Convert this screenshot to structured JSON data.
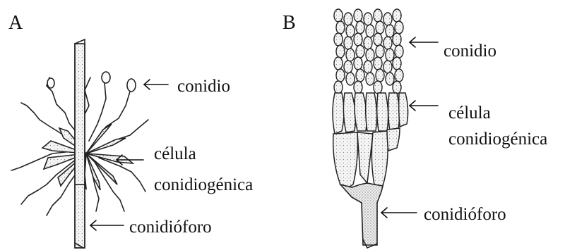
{
  "panels": {
    "a": {
      "letter": "A",
      "labels": {
        "conidio": "conidio",
        "celula_1": "célula",
        "celula_2": "conidiogénica",
        "conidioforo": "conidióforo"
      }
    },
    "b": {
      "letter": "B",
      "labels": {
        "conidio": "conidio",
        "celula_1": "célula",
        "celula_2": "conidiogénica",
        "conidioforo": "conidióforo"
      }
    }
  },
  "colors": {
    "ink": "#222222",
    "stipple": "#9a9a9a",
    "fill": "#f4f4f4"
  }
}
